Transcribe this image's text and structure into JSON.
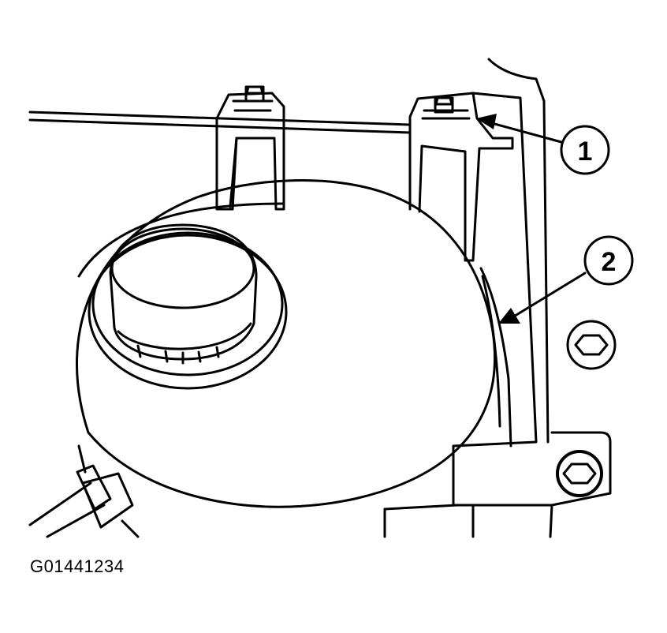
{
  "callouts": [
    {
      "number": "1"
    },
    {
      "number": "2"
    }
  ],
  "figure_code": "G01441234",
  "colors": {
    "line": "#000000",
    "background": "#ffffff"
  }
}
